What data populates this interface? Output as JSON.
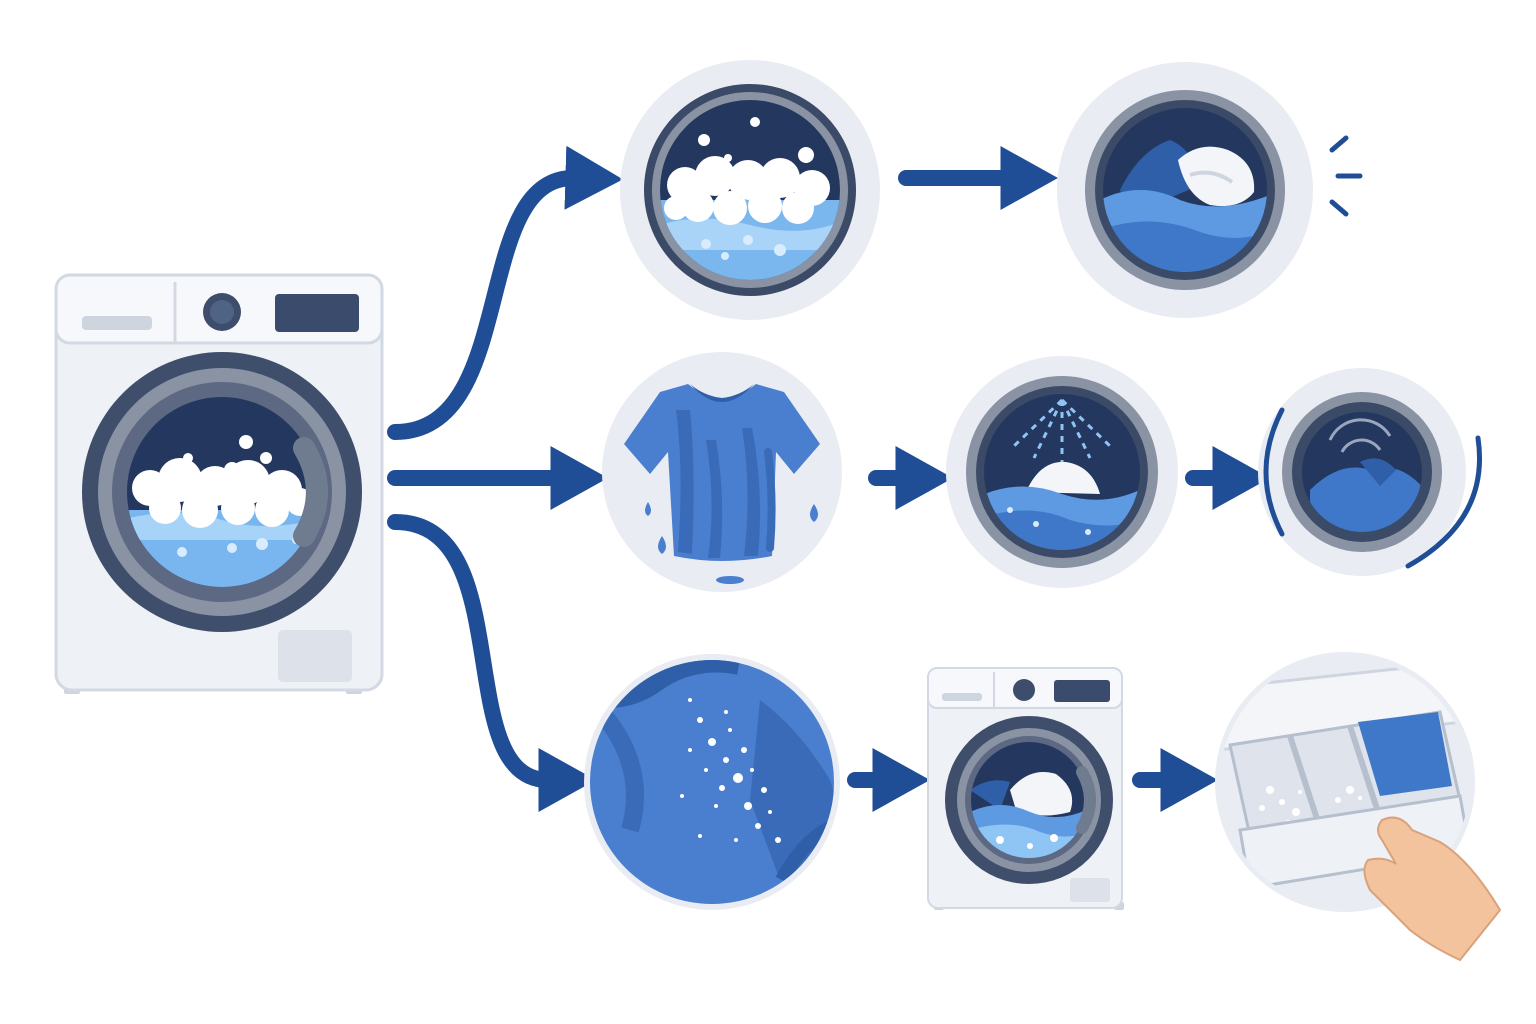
{
  "colors": {
    "arrow": "#1f4e96",
    "halo": "#e9ecf3",
    "ring_dark": "#3b4a66",
    "ring_gray": "#7d8596",
    "drum_navy": "#24375e",
    "water": "#58a0e6",
    "water_light": "#8ec5f4",
    "shirt": "#4a7fcf",
    "shirt_dark": "#2f5fa8",
    "machine_body": "#eef1f6",
    "machine_edge": "#cfd5df",
    "skin": "#f2c39d"
  },
  "nodes": [
    {
      "id": "main-washer",
      "icon": "washing-machine-foam-icon"
    },
    {
      "id": "foam-drum",
      "icon": "drum-full-of-foam-icon"
    },
    {
      "id": "clothes-drum",
      "icon": "drum-with-clothes-icon"
    },
    {
      "id": "wet-shirt",
      "icon": "wet-dripping-shirt-icon"
    },
    {
      "id": "rinse-drum",
      "icon": "drum-rinse-spray-icon"
    },
    {
      "id": "spin-drum",
      "icon": "drum-spinning-icon"
    },
    {
      "id": "residue-shirt",
      "icon": "detergent-residue-shirt-icon"
    },
    {
      "id": "small-washer",
      "icon": "washing-machine-clothes-icon"
    },
    {
      "id": "detergent-drawer",
      "icon": "detergent-drawer-hand-icon"
    }
  ]
}
